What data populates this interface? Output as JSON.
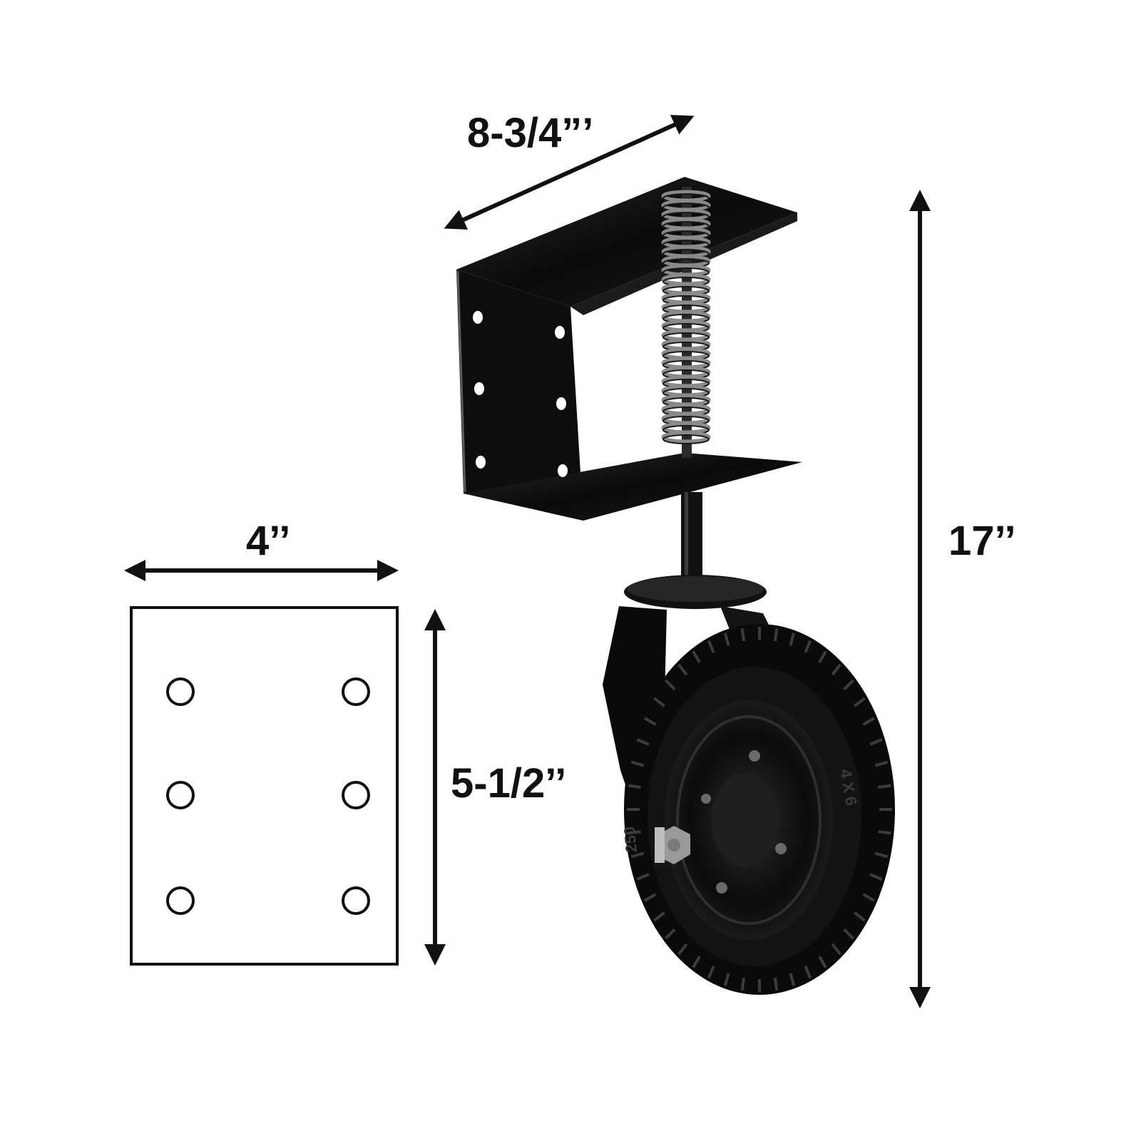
{
  "dimensions": {
    "width_label": "8-3/4”’",
    "height_label": "17’’",
    "plate_width_label": "4’’",
    "plate_height_label": "5-1/2’’"
  },
  "tire_markings": {
    "size_left": "250",
    "size_right": "4 X 6"
  },
  "colors": {
    "ink": "#111111",
    "steel": "#0c0c0c",
    "spring": "#8a8a8a"
  }
}
